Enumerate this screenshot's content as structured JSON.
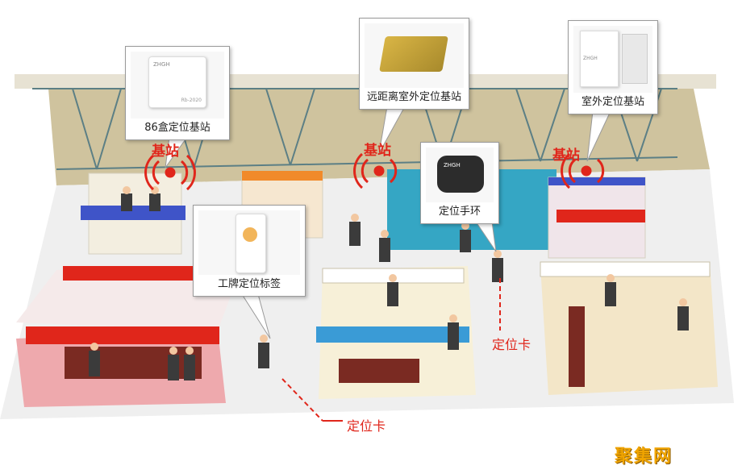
{
  "callouts": {
    "base86": {
      "label": "86盒定位基站",
      "device_text": "Rb-2020",
      "brand": "ZHGH"
    },
    "longrange": {
      "label": "远距离室外定位基站"
    },
    "outdoor": {
      "label": "室外定位基站",
      "brand": "ZHGH"
    },
    "wristband": {
      "label": "定位手环",
      "brand": "ZHGH"
    },
    "badge": {
      "label": "工牌定位标签"
    }
  },
  "signal_labels": {
    "left": "基站",
    "middle": "基站",
    "right": "基站"
  },
  "card_labels": {
    "right": "定位卡",
    "bottom": "定位卡"
  },
  "watermark": "聚集网",
  "colors": {
    "red": "#e0261b",
    "wall": "#c9bd98",
    "floor": "#efefef"
  }
}
